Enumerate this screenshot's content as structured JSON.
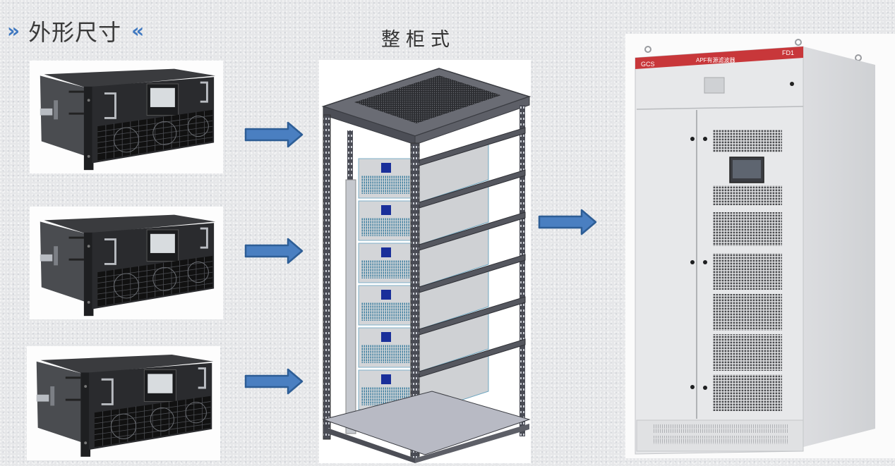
{
  "header": {
    "title": "外形尺寸",
    "left_decor": "»",
    "right_decor": "«",
    "accent_color": "#3f78c0"
  },
  "center_label": "整柜式",
  "modules": [
    {
      "name": "APF power module",
      "screen_label": "Touch screen"
    },
    {
      "name": "APF power module",
      "screen_label": "Touch screen"
    },
    {
      "name": "APF power module",
      "screen_label": "Touch screen"
    }
  ],
  "rack": {
    "description": "Open cabinet frame with 6 stacked APF modules",
    "module_count": 6
  },
  "cabinet": {
    "top_band_left": "GCS",
    "top_band_center": "APF有源滤波器",
    "top_band_right": "FD1",
    "band_color": "#c8373a"
  },
  "arrows": {
    "color": "#4a7fc1",
    "border_color": "#2e5e96",
    "icon": "right-arrow-icon"
  }
}
